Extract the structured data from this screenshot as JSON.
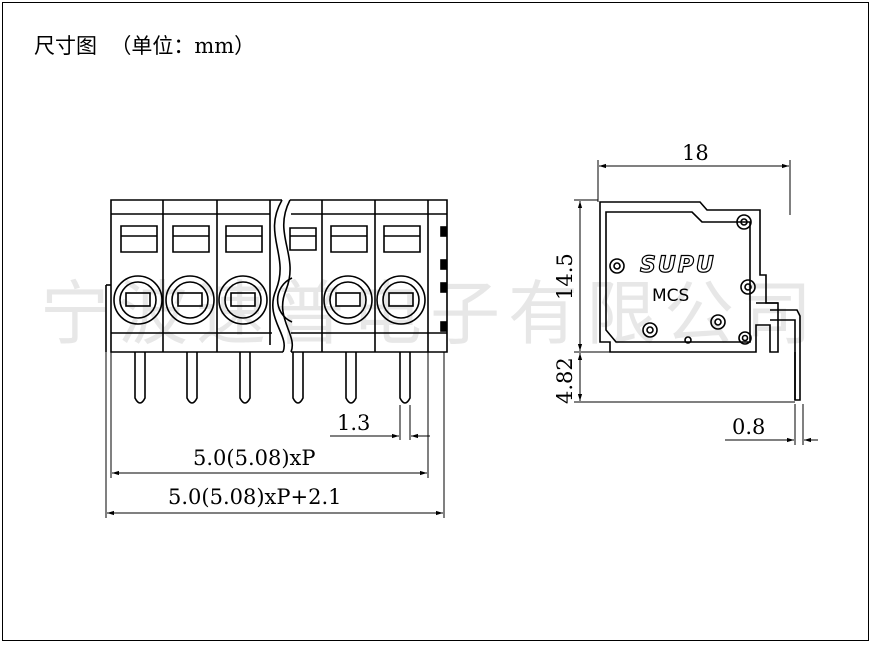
{
  "title": "尺寸图  （单位：mm）",
  "watermark": "宁波速普电子有限公司",
  "front_view": {
    "dim_pin_width": "1.3",
    "dim_pitch": "5.0(5.08)xP",
    "dim_total_length": "5.0(5.08)xP+2.1"
  },
  "side_view": {
    "brand_logo": "SUPU",
    "model_label": "MCS",
    "dim_width": "18",
    "dim_height": "14.5",
    "dim_pin_length": "4.82",
    "dim_pin_thickness": "0.8"
  }
}
